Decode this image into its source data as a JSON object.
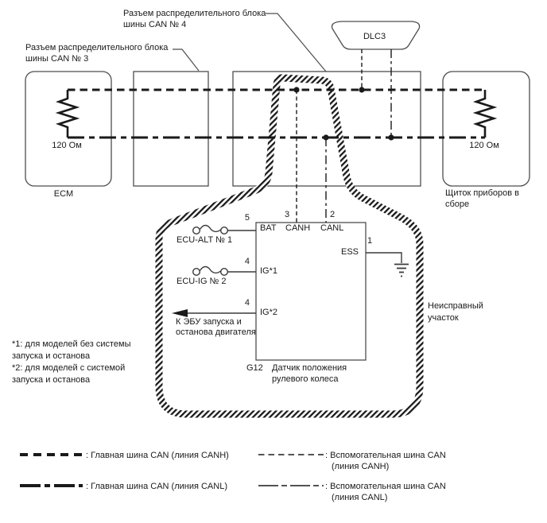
{
  "colors": {
    "line_black": "#1a1a1a",
    "box_gray": "#4d4d4d",
    "background": "#ffffff"
  },
  "top_labels": {
    "can4_line1": "Разъем распределительного блока",
    "can4_line2": "шины CAN № 4",
    "can3_line1": "Разъем распределительного блока",
    "can3_line2": "шины CAN № 3",
    "dlc3": "DLC3"
  },
  "nodes": {
    "ecm": "ECM",
    "cluster_line1": "Щиток приборов в",
    "cluster_line2": "сборе",
    "resistor_left": "120 Ом",
    "resistor_right": "120 Ом"
  },
  "fault_area": {
    "line1": "Неисправный",
    "line2": "участок"
  },
  "sensor": {
    "designator": "G12",
    "name_line1": "Датчик положения",
    "name_line2": "рулевого колеса",
    "pin_bat_num": "5",
    "pin_bat": "BAT",
    "pin_canh_num": "3",
    "pin_canh": "CANH",
    "pin_canl_num": "2",
    "pin_canl": "CANL",
    "pin_ess_num": "1",
    "pin_ess": "ESS",
    "pin_ig1_num": "4",
    "pin_ig1": "IG*1",
    "pin_ig2_num": "4",
    "pin_ig2": "IG*2",
    "fuse1": "ECU-ALT № 1",
    "fuse2": "ECU-IG № 2",
    "arrow_line1": "К ЭБУ запуска и",
    "arrow_line2": "останова двигателя"
  },
  "footnotes": {
    "fn1_line1": "*1: для моделей без системы",
    "fn1_line2": "запуска и останова",
    "fn2_line1": "*2: для моделей с системой",
    "fn2_line2": "запуска и останова"
  },
  "legend": {
    "main_canh": ": Главная шина CAN (линия CANH)",
    "main_canl": ": Главная шина CAN (линия CANL)",
    "sub_canh_line1": ": Вспомогательная шина CAN",
    "sub_canh_line2": "(линия CANH)",
    "sub_canl_line1": ": Вспомогательная шина CAN",
    "sub_canl_line2": "(линия CANL)"
  }
}
